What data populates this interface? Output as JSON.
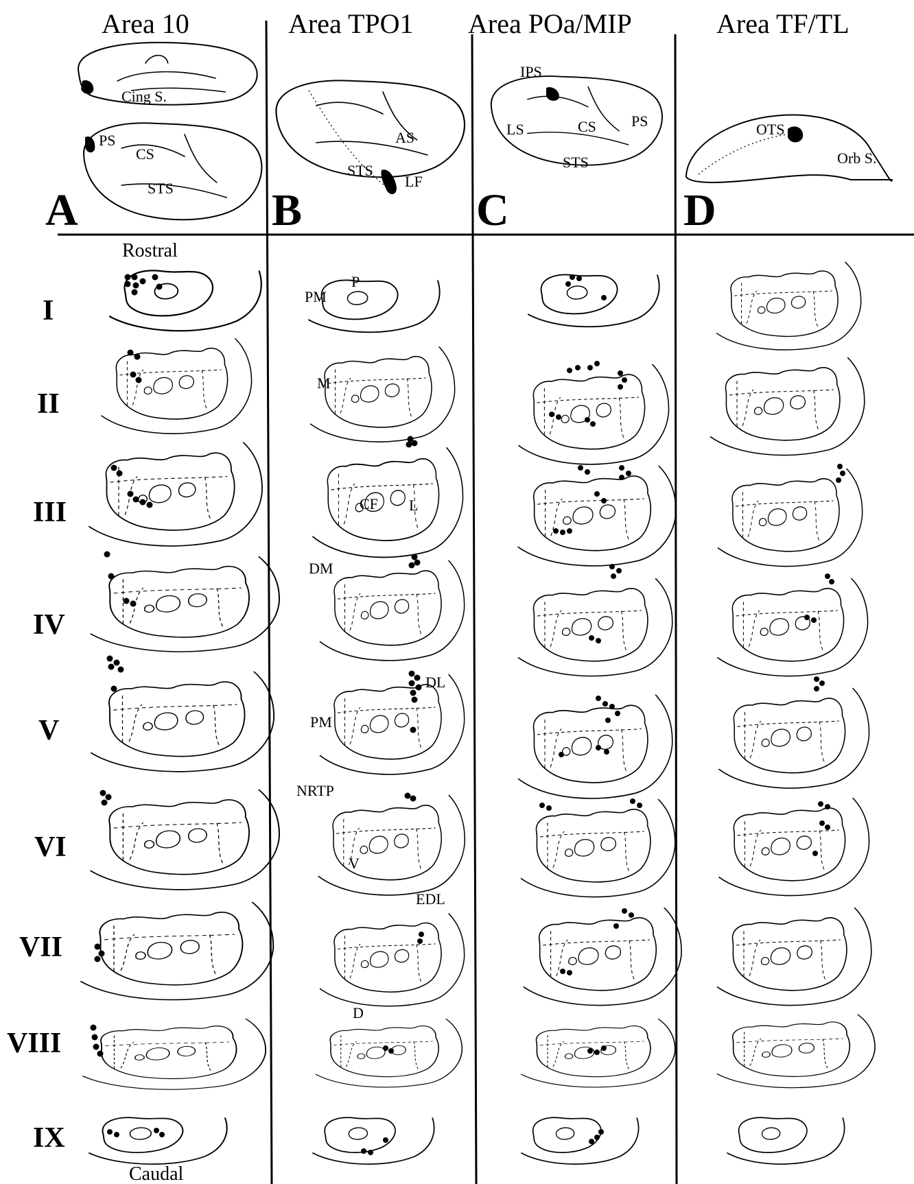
{
  "columns": [
    {
      "panel": "A",
      "title": "Area 10"
    },
    {
      "panel": "B",
      "title": "Area TPO1"
    },
    {
      "panel": "C",
      "title": "Area POa/MIP"
    },
    {
      "panel": "D",
      "title": "Area TF/TL"
    }
  ],
  "sulcus_labels": {
    "A": [
      "Cing S.",
      "PS",
      "CS",
      "STS"
    ],
    "B": [
      "AS",
      "STS",
      "LF"
    ],
    "C": [
      "IPS",
      "LS",
      "CS",
      "PS",
      "STS"
    ],
    "D": [
      "OTS",
      "Orb S."
    ]
  },
  "orientation": {
    "top": "Rostral",
    "bottom": "Caudal"
  },
  "levels": [
    "I",
    "II",
    "III",
    "IV",
    "V",
    "VI",
    "VII",
    "VIII",
    "IX"
  ],
  "nucleus_labels": {
    "I": [
      "PM",
      "P"
    ],
    "II": [
      "M"
    ],
    "III": [
      "CF",
      "L"
    ],
    "IV": [
      "DM"
    ],
    "V": [
      "DL",
      "PM"
    ],
    "VI": [
      "NRTP",
      "V"
    ],
    "VII": [
      "EDL"
    ],
    "VIII": [
      "D"
    ]
  }
}
